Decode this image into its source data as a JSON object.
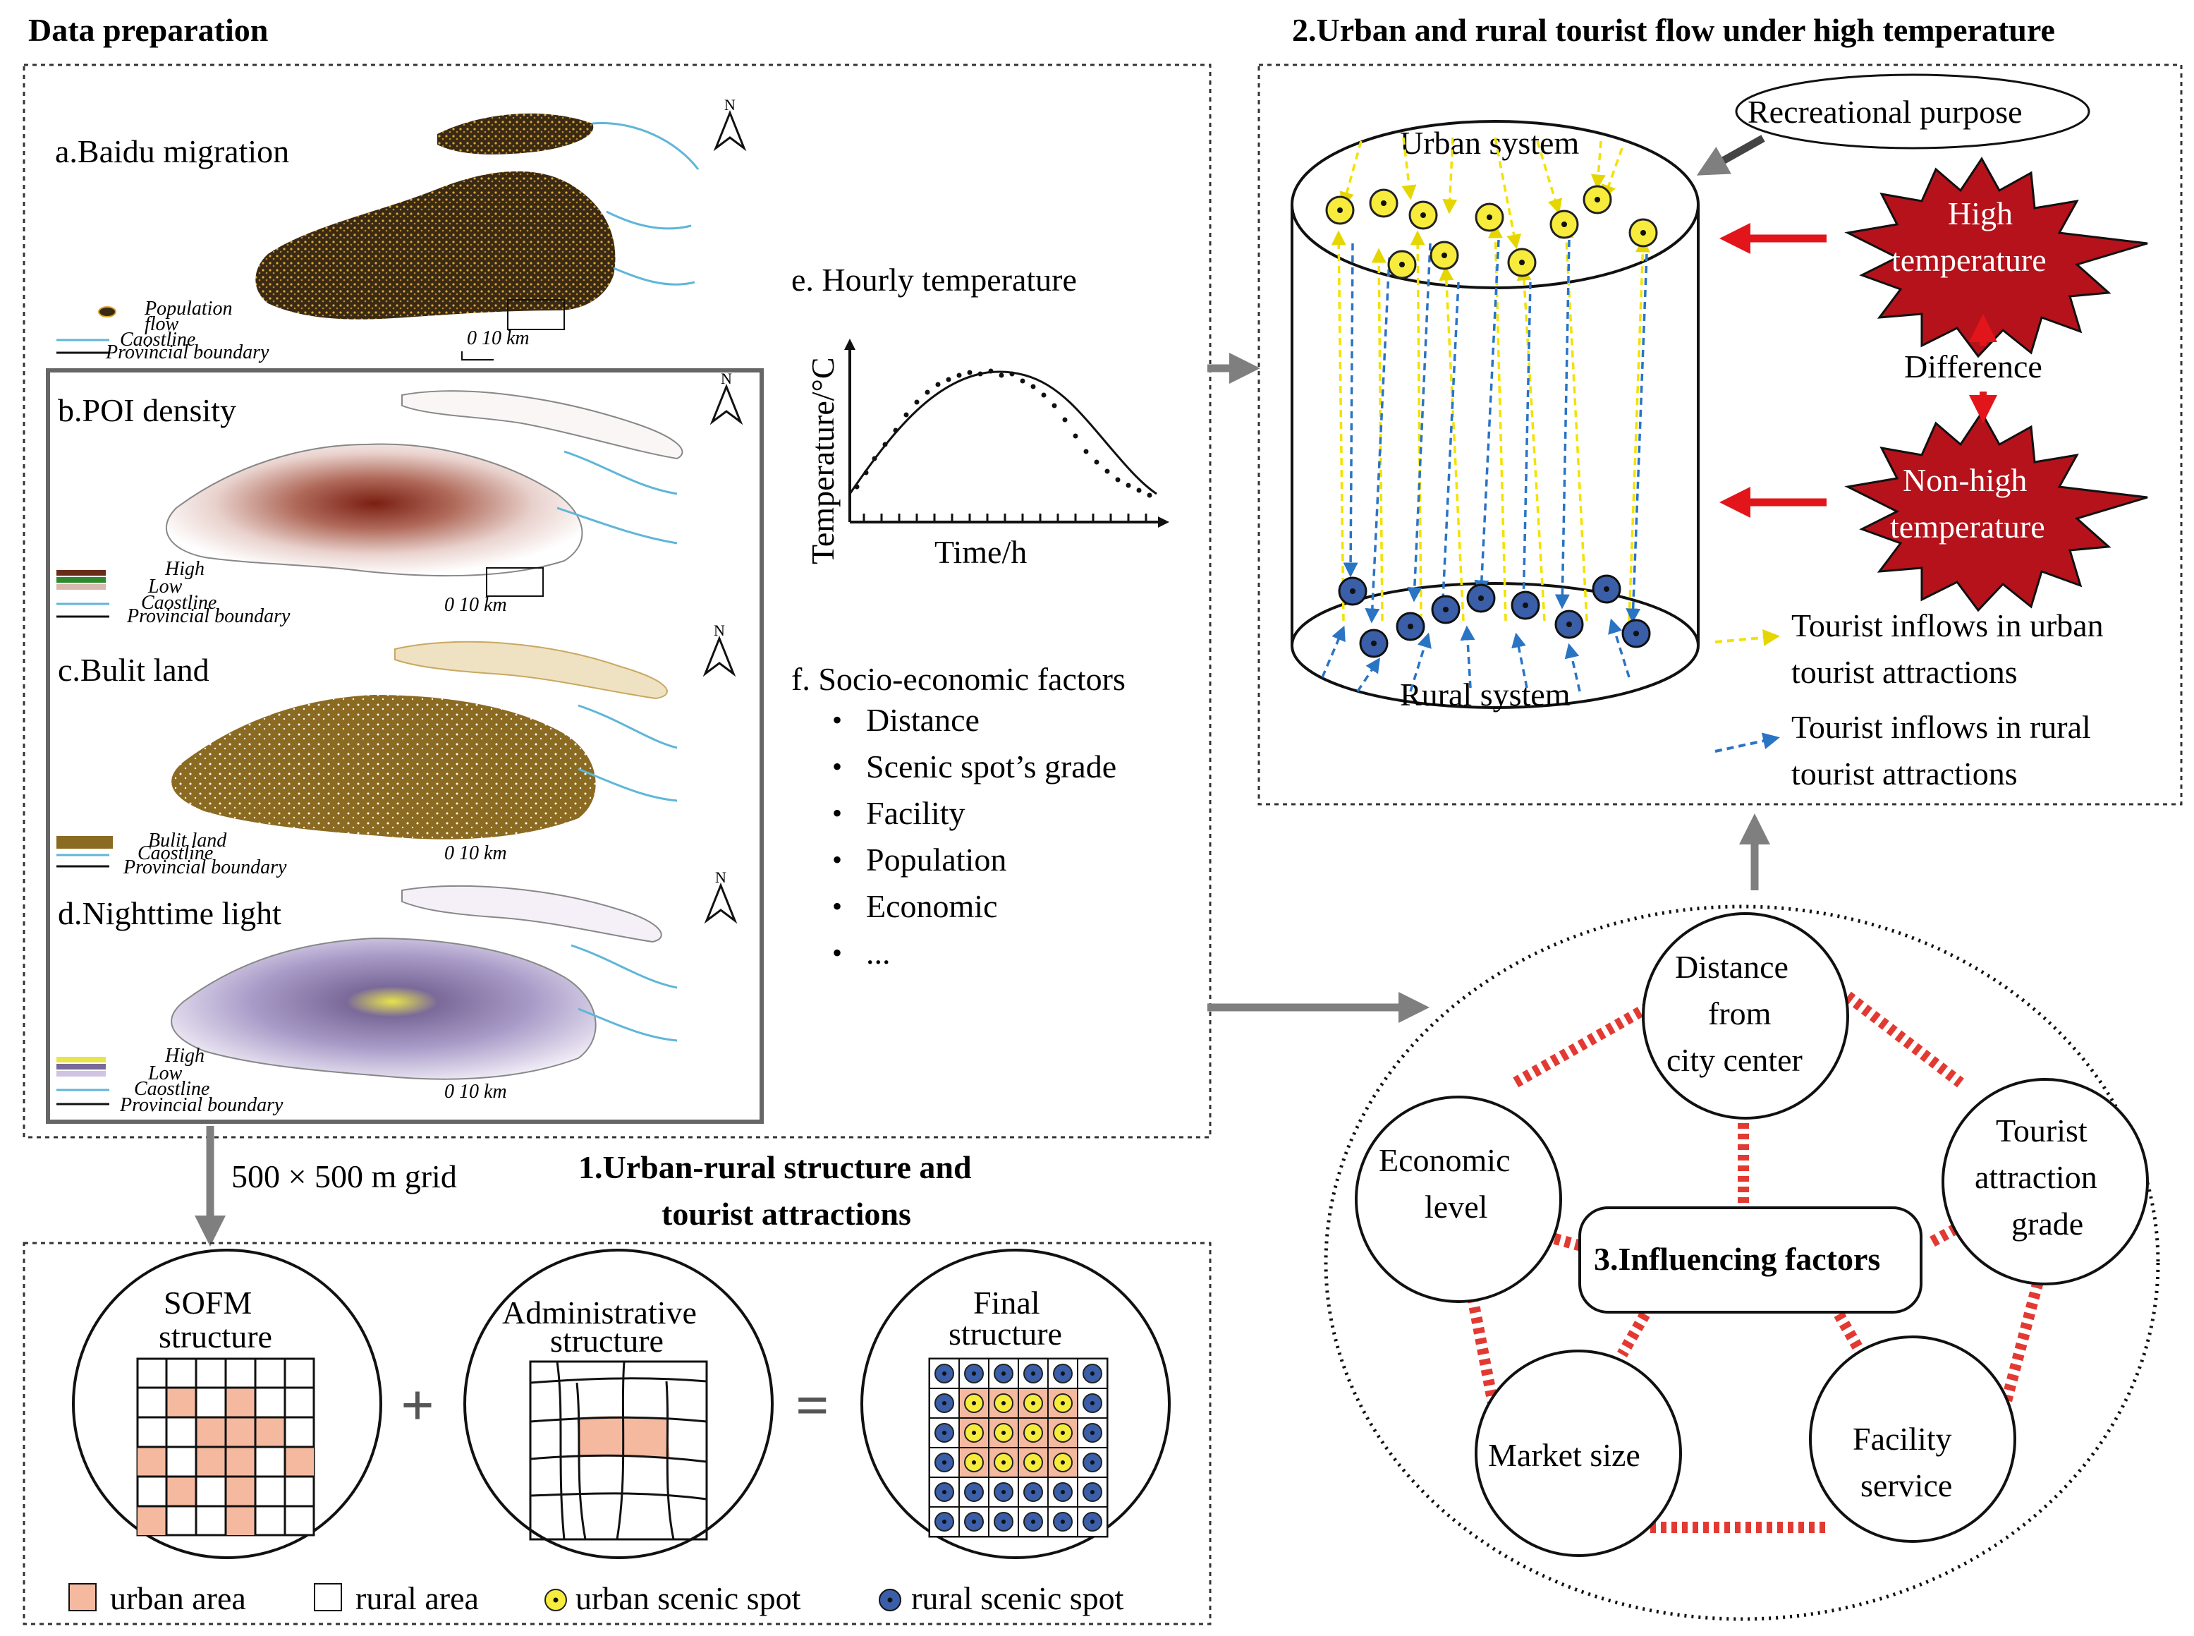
{
  "headings": {
    "data_preparation": "Data preparation",
    "flow_title": "2.Urban and rural tourist flow under high temperature",
    "structure_title_line1": "1.Urban-rural structure and",
    "structure_title_line2": "tourist attractions"
  },
  "maps": {
    "a": {
      "title": "a.Baidu migration",
      "legend": [
        "Population",
        "flow",
        "Caostline",
        "Provincial boundary"
      ],
      "scale": "0 10 km"
    },
    "b": {
      "title": "b.POI density",
      "legend": [
        "High",
        "Low",
        "Caostline",
        "Provincial boundary"
      ],
      "scale": "0 10 km"
    },
    "c": {
      "title": "c.Bulit land",
      "legend": [
        "Bulit land",
        "Caostline",
        "Provincial boundary"
      ],
      "scale": "0 10 km"
    },
    "d": {
      "title": "d.Nighttime light",
      "legend": [
        "High",
        "Low",
        "Caostline",
        "Provincial boundary"
      ],
      "scale": "0 10 km"
    }
  },
  "temperature": {
    "title": "e. Hourly temperature",
    "ylabel": "Temperature/°C",
    "xlabel": "Time/h"
  },
  "socio": {
    "title": "f. Socio-economic factors",
    "items": [
      "Distance",
      "Scenic spot’s grade",
      "Facility",
      "Population",
      "Economic",
      "..."
    ]
  },
  "flow": {
    "urban_system": "Urban system",
    "rural_system": "Rural system",
    "recreational_purpose": "Recreational purpose",
    "high_line1": "High",
    "high_line2": "temperature",
    "difference": "Difference",
    "nonhigh_line1": "Non-high",
    "nonhigh_line2": "temperature",
    "legend_urban_line1": "Tourist inflows in urban",
    "legend_urban_line2": "tourist attractions",
    "legend_rural_line1": "Tourist inflows in rural",
    "legend_rural_line2": "tourist attractions"
  },
  "grid_label": "500 × 500 m grid",
  "structures": {
    "sofm_line1": "SOFM",
    "sofm_line2": "structure",
    "admin_line1": "Administrative",
    "admin_line2": "structure",
    "final_line1": "Final",
    "final_line2": "structure",
    "plus": "+",
    "equals": "="
  },
  "structure_legend": {
    "urban_area": "urban area",
    "rural_area": "rural area",
    "urban_spot": "urban scenic spot",
    "rural_spot": "rural scenic spot"
  },
  "factors": {
    "center": "3.Influencing factors",
    "distance_line1": "Distance",
    "distance_line2": "from",
    "distance_line3": "city center",
    "economic_line1": "Economic",
    "economic_line2": "level",
    "tourist_line1": "Tourist",
    "tourist_line2": "attraction",
    "tourist_line3": "grade",
    "market": "Market size",
    "facility_line1": "Facility",
    "facility_line2": "service"
  },
  "colors": {
    "urban_fill": "#f4b99f",
    "urban_dot": "#f7ec3c",
    "rural_dot": "#3a5ea8",
    "red_dash": "#e23a32",
    "star_red": "#b5121b",
    "arrow_gray": "#7f7f7f",
    "flow_yellow": "#f2e200",
    "flow_blue": "#2a74c4",
    "built_land": "#8b6a22"
  }
}
